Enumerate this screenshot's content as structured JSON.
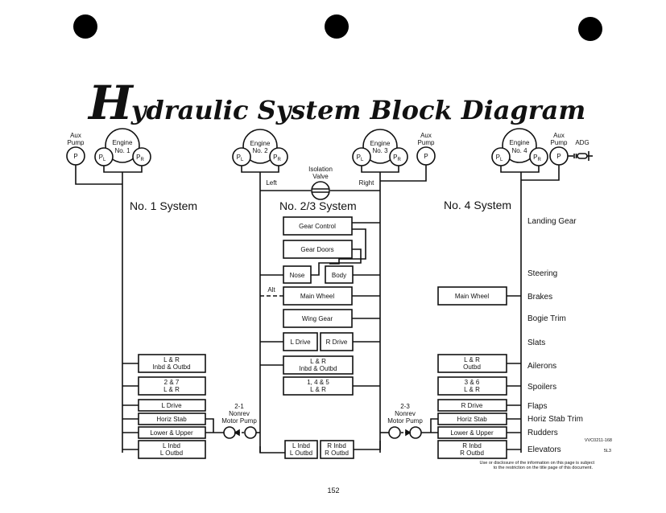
{
  "title": {
    "initial": "H",
    "rest": "ydraulic System Block Diagram"
  },
  "pumps": {
    "engine1": {
      "line1": "Engine",
      "line2": "No. 1",
      "pl": "P",
      "pl_sub": "L",
      "pr": "P",
      "pr_sub": "R"
    },
    "engine2": {
      "line1": "Engine",
      "line2": "No. 2",
      "pl": "P",
      "pl_sub": "L",
      "pr": "P",
      "pr_sub": "R"
    },
    "engine3": {
      "line1": "Engine",
      "line2": "No. 3",
      "pl": "P",
      "pl_sub": "L",
      "pr": "P",
      "pr_sub": "R"
    },
    "engine4": {
      "line1": "Engine",
      "line2": "No. 4",
      "pl": "P",
      "pl_sub": "L",
      "pr": "P",
      "pr_sub": "R"
    },
    "aux1": {
      "line1": "Aux",
      "line2": "Pump",
      "p": "P"
    },
    "aux3": {
      "line1": "Aux",
      "line2": "Pump",
      "p": "P"
    },
    "aux4": {
      "line1": "Aux",
      "line2": "Pump",
      "p": "P"
    },
    "adg": "ADG"
  },
  "isolation_valve": {
    "line1": "Isolation",
    "line2": "Valve",
    "left": "Left",
    "right": "Right"
  },
  "systems": {
    "no1": "No. 1 System",
    "no23": "No. 2/3 System",
    "no4": "No. 4 System"
  },
  "system23_boxes": {
    "gear_control": "Gear Control",
    "gear_doors": "Gear Doors",
    "nose": "Nose",
    "body": "Body",
    "alt": "Alt",
    "main_wheel": "Main Wheel",
    "wing_gear": "Wing Gear",
    "l_drive": "L Drive",
    "r_drive": "R Drive",
    "ailerons": [
      "L & R",
      "Inbd & Outbd"
    ],
    "spoilers": [
      "1, 4 & 5",
      "L & R"
    ],
    "elev_l": [
      "L Inbd",
      "L Outbd"
    ],
    "elev_r": [
      "R Inbd",
      "R Outbd"
    ]
  },
  "system1_boxes": {
    "ailerons": [
      "L & R",
      "Inbd & Outbd"
    ],
    "spoilers": [
      "2 & 7",
      "L & R"
    ],
    "flaps": "L Drive",
    "horiz_stab": "Horiz Stab",
    "rudders": "Lower & Upper",
    "elevators": [
      "L Inbd",
      "L Outbd"
    ]
  },
  "system4_boxes": {
    "main_wheel": "Main Wheel",
    "ailerons": [
      "L & R",
      "Outbd"
    ],
    "spoilers": [
      "3 & 6",
      "L & R"
    ],
    "flaps": "R Drive",
    "horiz_stab": "Horiz Stab",
    "rudders": "Lower & Upper",
    "elevators": [
      "R Inbd",
      "R Outbd"
    ]
  },
  "motor_pumps": {
    "pump21": [
      "2-1",
      "Nonrev",
      "Motor Pump"
    ],
    "pump23": [
      "2-3",
      "Nonrev",
      "Motor Pump"
    ]
  },
  "functions": [
    "Landing Gear",
    "Steering",
    "Brakes",
    "Bogie Trim",
    "Slats",
    "Ailerons",
    "Spoilers",
    "Flaps",
    "Horiz Stab Trim",
    "Rudders",
    "Elevators"
  ],
  "doc_code": "VVC0211-168",
  "doc_rev": "5L3",
  "disclaimer": [
    "Use or disclosure of the information on this page is subject",
    "to the restriction on the title page of this document."
  ],
  "page_number": "152"
}
